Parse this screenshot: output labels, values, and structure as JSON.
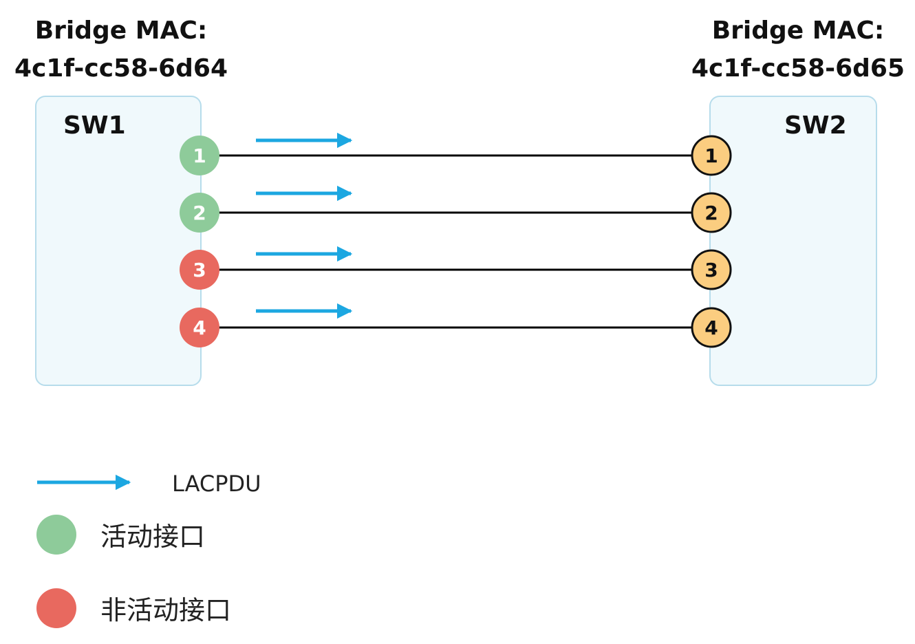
{
  "sw1": {
    "mac_label": "Bridge MAC:",
    "mac_value": "4c1f-cc58-6d64",
    "name": "SW1",
    "ports": [
      {
        "num": "1",
        "state": "active"
      },
      {
        "num": "2",
        "state": "active"
      },
      {
        "num": "3",
        "state": "inactive"
      },
      {
        "num": "4",
        "state": "inactive"
      }
    ]
  },
  "sw2": {
    "mac_label": "Bridge MAC:",
    "mac_value": "4c1f-cc58-6d65",
    "name": "SW2",
    "ports": [
      {
        "num": "1"
      },
      {
        "num": "2"
      },
      {
        "num": "3"
      },
      {
        "num": "4"
      }
    ]
  },
  "legend": {
    "lacpdu": "LACPDU",
    "active": "活动接口",
    "inactive": "非活动接口"
  },
  "colors": {
    "switch_fill": "#f0f9fc",
    "switch_border": "#b6dceb",
    "active_port": "#8ecb9a",
    "inactive_port": "#e8695f",
    "sw2_port": "#fbcd80",
    "arrow": "#1ca7e1",
    "link": "#000000"
  }
}
